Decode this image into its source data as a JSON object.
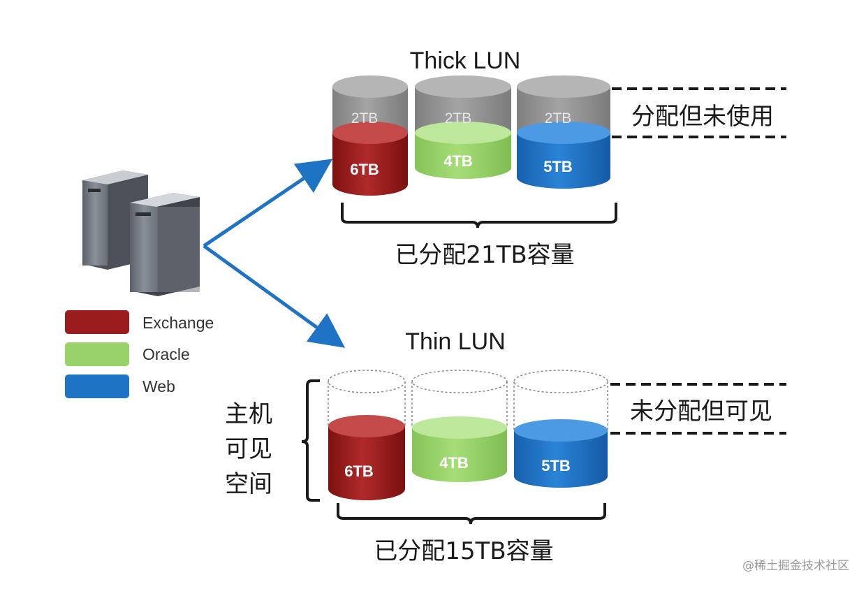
{
  "thick": {
    "title": "Thick LUN",
    "unused_label": "分配但未使用",
    "total_label": "已分配21TB容量",
    "cylinders": [
      {
        "app": "Exchange",
        "used": "6TB",
        "unused": "2TB"
      },
      {
        "app": "Oracle",
        "used": "4TB",
        "unused": "2TB"
      },
      {
        "app": "Web",
        "used": "5TB",
        "unused": "2TB"
      }
    ]
  },
  "thin": {
    "title": "Thin LUN",
    "unallocated_label": "未分配但可见",
    "total_label": "已分配15TB容量",
    "host_visible": [
      "主机",
      "可见",
      "空间"
    ],
    "cylinders": [
      {
        "app": "Exchange",
        "used": "6TB"
      },
      {
        "app": "Oracle",
        "used": "4TB"
      },
      {
        "app": "Web",
        "used": "5TB"
      }
    ]
  },
  "legend": [
    {
      "label": "Exchange",
      "color": "#9b1c1c"
    },
    {
      "label": "Oracle",
      "color": "#9ad26a"
    },
    {
      "label": "Web",
      "color": "#1f73c4"
    }
  ],
  "colors": {
    "exchange": "#9b1c1c",
    "oracle": "#9ad26a",
    "web": "#1f73c4",
    "unused_grey": "#8f8f8f",
    "arrow": "#1f73c4"
  },
  "watermark": "@稀土掘金技术社区"
}
